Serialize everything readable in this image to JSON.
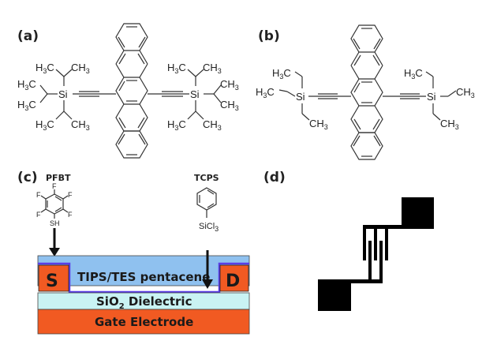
{
  "panels": {
    "a": {
      "label": "(a)",
      "molecule": "TIPS pentacene",
      "substituent_groups": [
        "H3C",
        "CH3"
      ],
      "silicon": "Si"
    },
    "b": {
      "label": "(b)",
      "molecule": "TES pentacene",
      "substituent_groups": [
        "H3C",
        "CH3"
      ],
      "silicon": "Si"
    },
    "c": {
      "label": "(c)",
      "pfbt": {
        "name": "PFBT",
        "atoms": [
          "F",
          "F",
          "F",
          "F",
          "F"
        ],
        "thiol": "SH"
      },
      "tcps": {
        "name": "TCPS",
        "group": "SiCl3"
      },
      "layers": {
        "semiconductor": "TIPS/TES pentacene",
        "dielectric": "SiO2 Dielectric",
        "dielectric_main": "SiO",
        "dielectric_sub": "2",
        "dielectric_rest": " Dielectric",
        "gate": "Gate Electrode",
        "source": "S",
        "drain": "D"
      },
      "colors": {
        "semiconductor": "#8fc1ef",
        "dielectric": "#c9f3f3",
        "electrode": "#f15a22",
        "sam_outline": "#5a3ee6"
      }
    },
    "d": {
      "label": "(d)",
      "description": "interdigitated source-drain electrode pattern"
    }
  },
  "text": {
    "H3C": "H",
    "C": "C",
    "CH": "CH",
    "three": "3",
    "Si": "Si",
    "F": "F",
    "SH": "SH",
    "SiCl": "SiCl"
  }
}
